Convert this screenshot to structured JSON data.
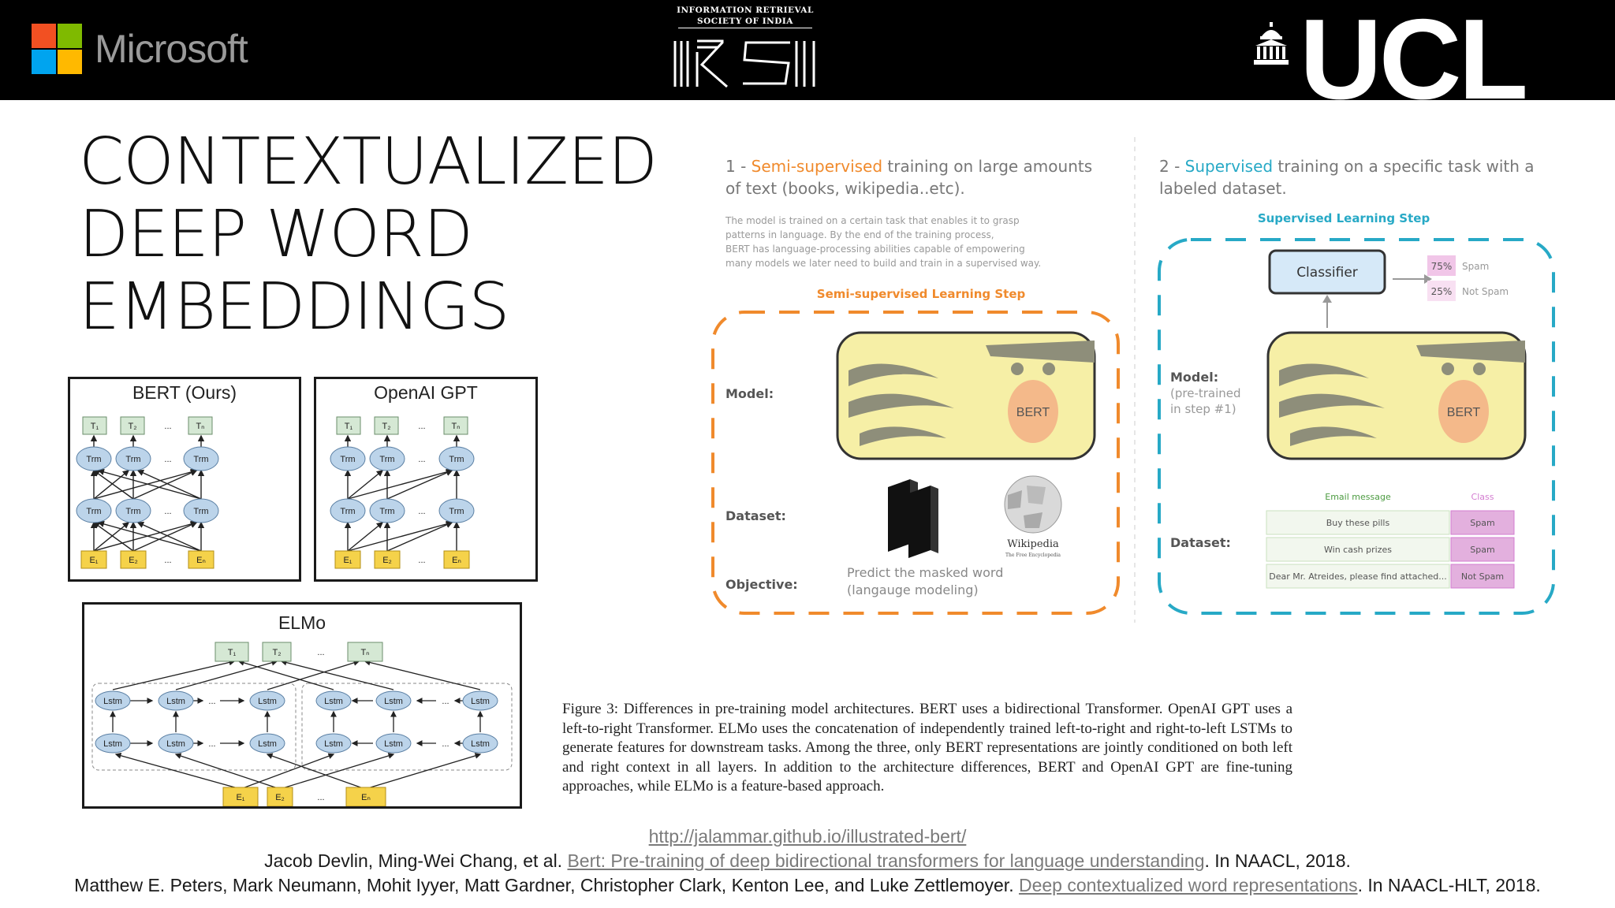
{
  "header": {
    "microsoft_label": "Microsoft",
    "microsoft_colors": [
      "#f25022",
      "#7fba00",
      "#00a4ef",
      "#ffb900"
    ],
    "irsi_line1": "INFORMATION RETRIEVAL",
    "irsi_line2": "SOCIETY OF INDIA",
    "ucl_label": "UCL"
  },
  "title": {
    "line1": "CONTEXTUALIZED",
    "line2": "DEEP WORD",
    "line3": "EMBEDDINGS"
  },
  "left_figure": {
    "bert": {
      "title": "BERT (Ours)",
      "outputs": [
        "T",
        "T",
        "...",
        "T"
      ],
      "output_subs": [
        "1",
        "2",
        "",
        "N"
      ],
      "trm": "Trm",
      "inputs": [
        "E",
        "E",
        "...",
        "E"
      ],
      "input_subs": [
        "1",
        "2",
        "",
        "N"
      ]
    },
    "gpt": {
      "title": "OpenAI GPT",
      "trm": "Trm"
    },
    "elmo": {
      "title": "ELMo",
      "lstm": "Lstm",
      "ellipsis": "..."
    }
  },
  "right_figure": {
    "left": {
      "heading_prefix": "1 - ",
      "heading_highlight": "Semi-supervised",
      "heading_rest1": " training on large amounts",
      "heading_rest2": "of text (books, wikipedia..etc).",
      "desc1": "The model is trained on a certain task that enables it to grasp",
      "desc2": "patterns in language. By the end of the training process,",
      "desc3": "BERT has language-processing abilities capable of empowering",
      "desc4": "many models we later need to build and train in a supervised way.",
      "step_label": "Semi-supervised Learning Step",
      "model_label": "Model:",
      "dataset_label": "Dataset:",
      "objective_label": "Objective:",
      "bert_label": "BERT",
      "wiki_label": "Wikipedia",
      "wiki_sub": "The Free Encyclopedia",
      "objective1": "Predict the masked word",
      "objective2": "(langauge modeling)"
    },
    "right": {
      "heading_prefix": "2 - ",
      "heading_highlight": "Supervised",
      "heading_rest1": " training on a specific task with a",
      "heading_rest2": "labeled dataset.",
      "step_label": "Supervised Learning Step",
      "classifier": "Classifier",
      "spam_pct": "75%",
      "spam_label": "Spam",
      "notspam_pct": "25%",
      "notspam_label": "Not Spam",
      "model_label": "Model:",
      "model_sub1": "(pre-trained",
      "model_sub2": "in step #1)",
      "bert_label": "BERT",
      "dataset_label": "Dataset:",
      "table_header_msg": "Email message",
      "table_header_class": "Class",
      "rows": [
        {
          "msg": "Buy these pills",
          "cls": "Spam"
        },
        {
          "msg": "Win cash prizes",
          "cls": "Spam"
        },
        {
          "msg": "Dear Mr. Atreides, please find attached...",
          "cls": "Not Spam"
        }
      ]
    },
    "colors": {
      "orange": "#f08a2c",
      "teal": "#27a9c6",
      "bert_yellow": "#f6efa6",
      "green": "#4c9b41",
      "pink": "#d37cd0"
    }
  },
  "caption": "Figure 3: Differences in pre-training model architectures. BERT uses a bidirectional Transformer. OpenAI GPT uses a left-to-right Transformer. ELMo uses the concatenation of independently trained left-to-right and right-to-left LSTMs to generate features for downstream tasks. Among the three, only BERT representations are jointly conditioned on both left and right context in all layers. In addition to the architecture differences, BERT and OpenAI GPT are fine-tuning approaches, while ELMo is a feature-based approach.",
  "references": {
    "url": "http://jalammar.github.io/illustrated-bert/",
    "ref1_authors": "Jacob Devlin, Ming-Wei Chang, et al. ",
    "ref1_title": "Bert: Pre-training of deep bidirectional transformers for language understanding",
    "ref1_venue": ". In NAACL, 2018.",
    "ref2_authors": "Matthew E. Peters, Mark Neumann, Mohit Iyyer, Matt Gardner, Christopher Clark, Kenton Lee, and Luke Zettlemoyer. ",
    "ref2_title": "Deep contextualized word representations",
    "ref2_venue": ". In NAACL-HLT, 2018."
  }
}
